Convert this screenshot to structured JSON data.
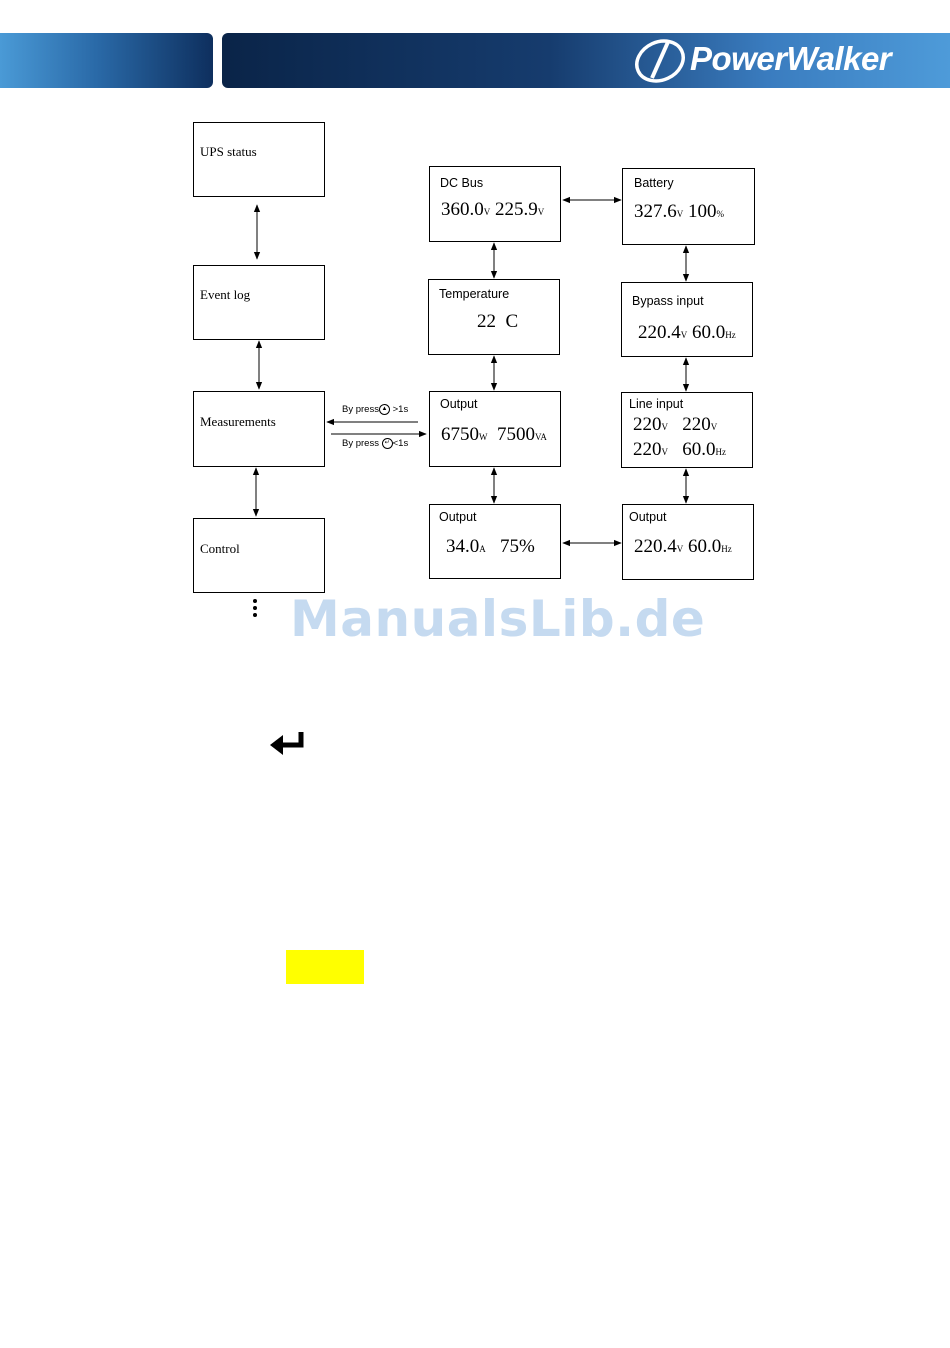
{
  "header": {
    "brand": "PowerWalker"
  },
  "menu": {
    "ups_status": "UPS status",
    "event_log": "Event log",
    "measurements": "Measurements",
    "control": "Control"
  },
  "navigation": {
    "press_long": "By press",
    "press_long_suffix": ">1s",
    "press_short": "By press",
    "press_short_suffix": "<1s"
  },
  "screens": {
    "dc_bus": {
      "title": "DC Bus",
      "v1": "360.0",
      "u1": "V",
      "v2": "225.9",
      "u2": "V"
    },
    "battery": {
      "title": "Battery",
      "v1": "327.6",
      "u1": "V",
      "v2": "100",
      "u2": "%"
    },
    "temperature": {
      "title": "Temperature",
      "v1": "22  C"
    },
    "bypass_input": {
      "title": "Bypass input",
      "v1": "220.4",
      "u1": "V",
      "v2": "60.0",
      "u2": "Hz"
    },
    "output_power": {
      "title": "Output",
      "v1": "6750",
      "u1": "W",
      "v2": "7500",
      "u2": "VA"
    },
    "line_input": {
      "title": "Line input",
      "r1a": "220",
      "r1a_u": "V",
      "r1b": "220",
      "r1b_u": "V",
      "r2a": "220",
      "r2a_u": "V",
      "r2b": "60.0",
      "r2b_u": "Hz"
    },
    "output_current": {
      "title": "Output",
      "v1": "34.0",
      "u1": "A",
      "v2": "75%"
    },
    "output_voltage": {
      "title": "Output",
      "v1": "220.4",
      "u1": "V",
      "v2": "60.0",
      "u2": "Hz"
    }
  },
  "watermark": "ManualsLib.de",
  "icons": {
    "enter": "enter-icon",
    "more": "vertical-dots-icon"
  },
  "colors": {
    "banner_dark": "#0a2448",
    "banner_light": "#4e9bd9",
    "highlight": "#ffff00",
    "watermark": "#c5daf0"
  }
}
